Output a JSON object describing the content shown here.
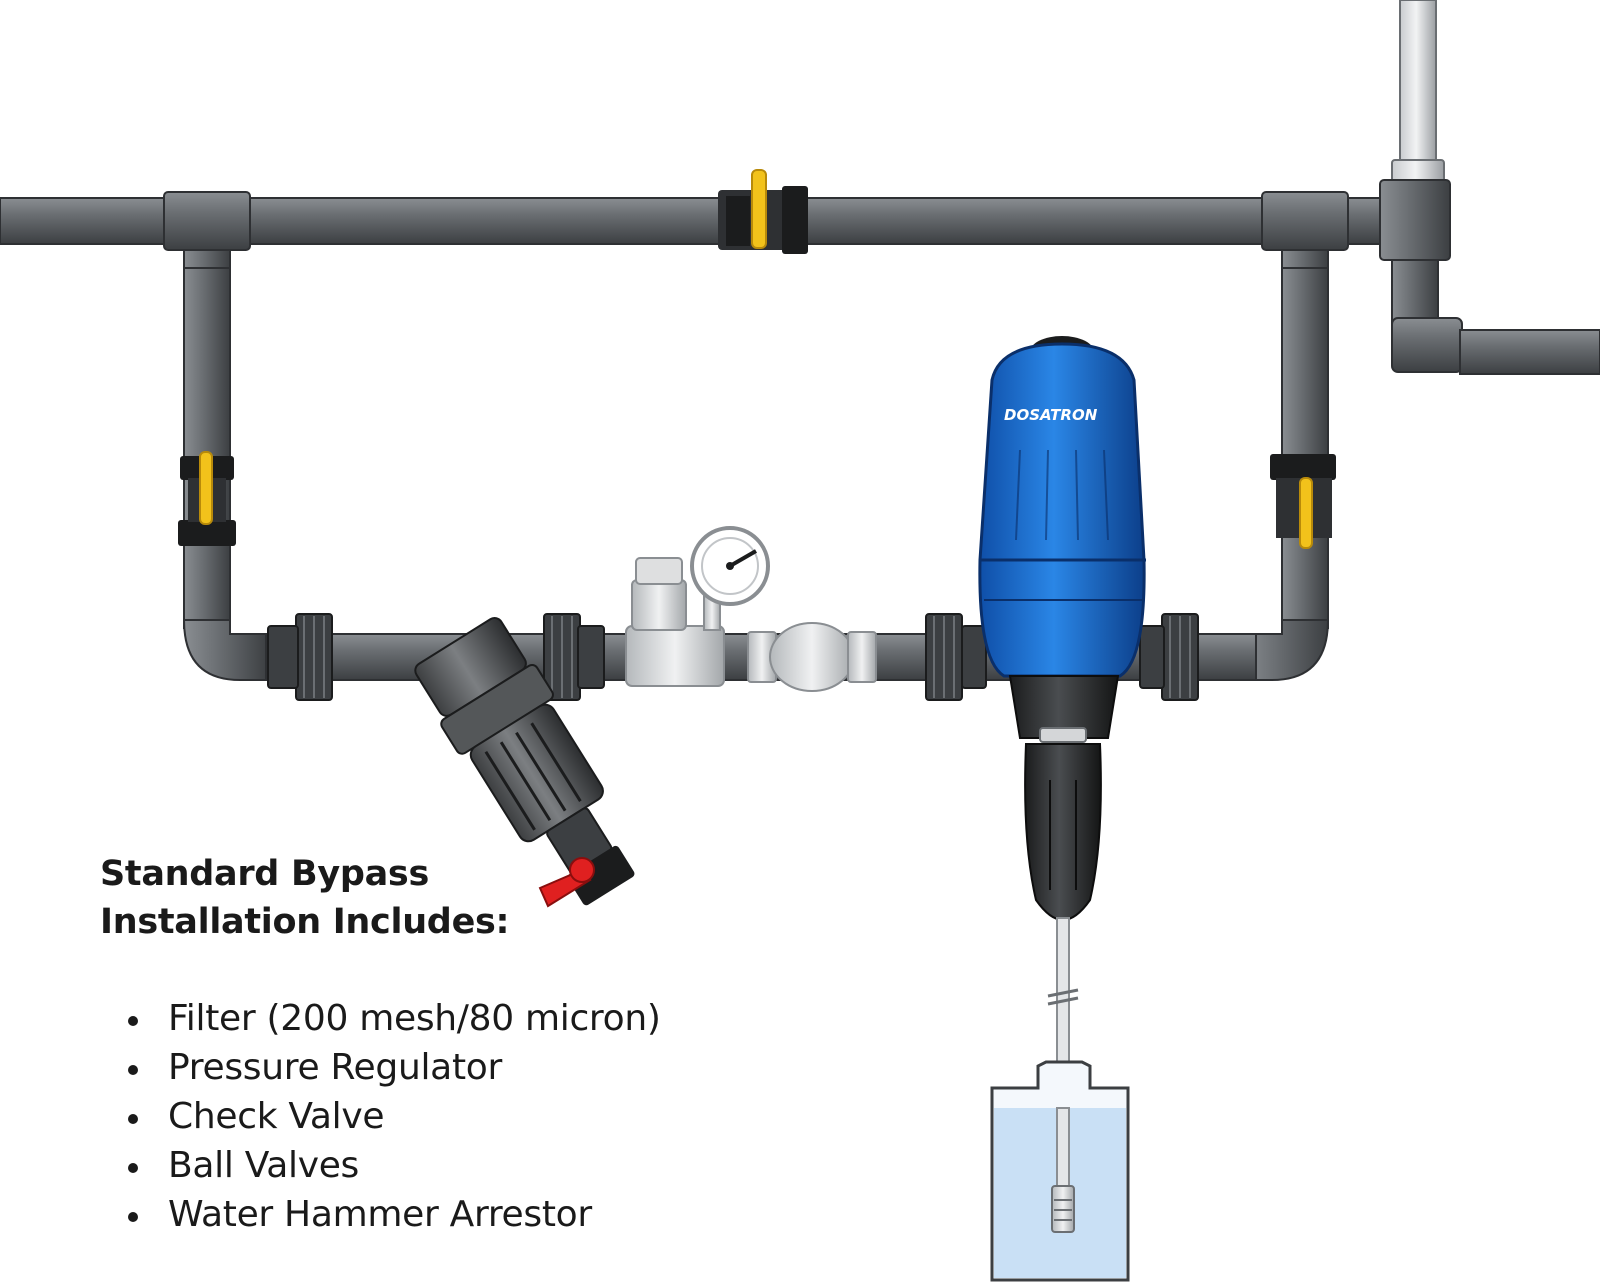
{
  "heading": {
    "line1": "Standard Bypass",
    "line2": "Installation Includes:"
  },
  "components": [
    "Filter (200 mesh/80 micron)",
    "Pressure Regulator",
    "Check Valve",
    "Ball Valves",
    "Water Hammer Arrestor"
  ],
  "dosatron": {
    "brand": "DOSATRON",
    "color": "#1e6fd0"
  },
  "colors": {
    "pipe": "#6b6f73",
    "pipe_dark": "#2e3033",
    "valve_handle": "#f2c21b",
    "filter_handle": "#e02020",
    "tank_fluid": "#c9e0f5"
  }
}
